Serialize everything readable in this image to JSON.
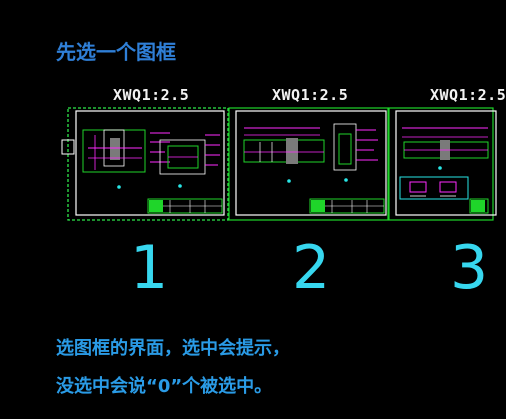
{
  "instruction_title": "先选一个图框",
  "frames": [
    {
      "label": "XWQ1:2.5",
      "number": "1",
      "selected": true
    },
    {
      "label": "XWQ1:2.5",
      "number": "2",
      "selected": false
    },
    {
      "label": "XWQ1:2.5",
      "number": "3",
      "selected": false
    }
  ],
  "caption": {
    "line1": "选图框的界面，选中会提示，",
    "line2": "没选中会说“0”个被选中。"
  },
  "colors": {
    "background": "#000000",
    "title": "#2f7fd7",
    "number": "#37d7ef",
    "selection": "#2ee64a",
    "drawing_magenta": "#ff2bff",
    "drawing_green": "#1fd52a",
    "drawing_cyan": "#28e6e6"
  }
}
